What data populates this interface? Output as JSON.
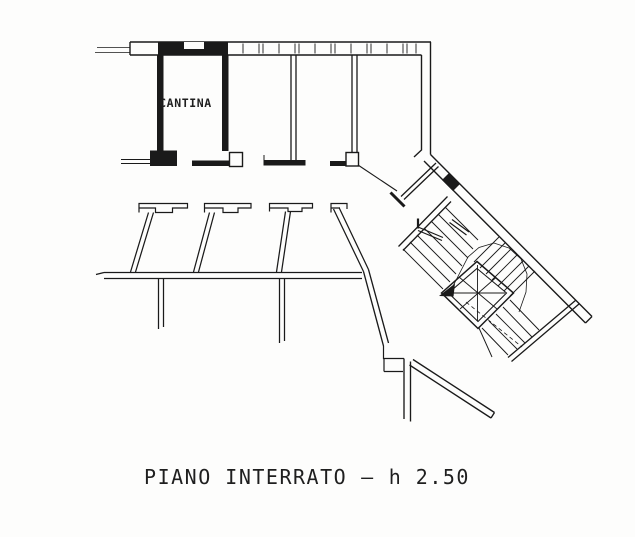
{
  "document": {
    "kind": "scanned floor plan drawing",
    "floor_label": "PIANO INTERRATO",
    "ceiling_height_label": "h 2.50"
  },
  "colors": {
    "ink": "#1a1a1a",
    "paper": "#fdfdfc"
  },
  "labels": {
    "room": "CANTINA"
  },
  "caption": {
    "floor": "PIANO INTERRATO",
    "separator": "–",
    "height": "h 2.50"
  },
  "plan_features": [
    "cellar-row-with-hatched-exterior-wall",
    "cantina-room-with-thick-walls",
    "partition-stalls-with-door-hooks",
    "long-corridor-wall",
    "diagonal-exterior-wall-45deg",
    "winding-staircase-around-elevator",
    "elevator-shaft-crossed-square",
    "stair-direction-arrow"
  ]
}
